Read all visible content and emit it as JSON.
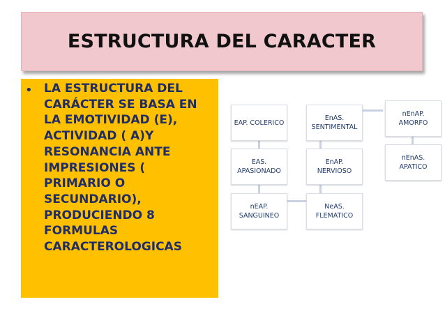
{
  "title": "ESTRUCTURA DEL CARACTER",
  "bullet": {
    "marker": "•",
    "text": "LA ESTRUCTURA DEL\nCARÁCTER SE BASA EN\nLA EMOTIVIDAD (E),\nACTIVIDAD ( A)Y\nRESONANCIA ANTE\nIMPRESIONES (\nPRIMARIO O\nSECUNDARIO),\nPRODUCIENDO  8\nFORMULAS\nCARACTEROLOGICAS"
  },
  "diagram": {
    "columns": [
      {
        "nodes": [
          {
            "label": "EAP. COLERICO"
          },
          {
            "label": "EAS.\nAPASIONADO"
          },
          {
            "label": "nEAP.\nSANGUINEO"
          }
        ]
      },
      {
        "nodes": [
          {
            "label": "EnAS.\nSENTIMENTAL"
          },
          {
            "label": "EnAP.\nNERVIOSO"
          },
          {
            "label": "NeAS.\nFLEMATICO"
          }
        ]
      },
      {
        "nodes": [
          {
            "label": "nEnAP.\nAMORFO"
          },
          {
            "label": "nEnAS.\nAPATICO"
          }
        ]
      }
    ],
    "colors": {
      "panel": "#ffc000",
      "title_box": "#f0c8cd",
      "text": "#1f2d6b",
      "connector": "#c9d3e3"
    }
  }
}
